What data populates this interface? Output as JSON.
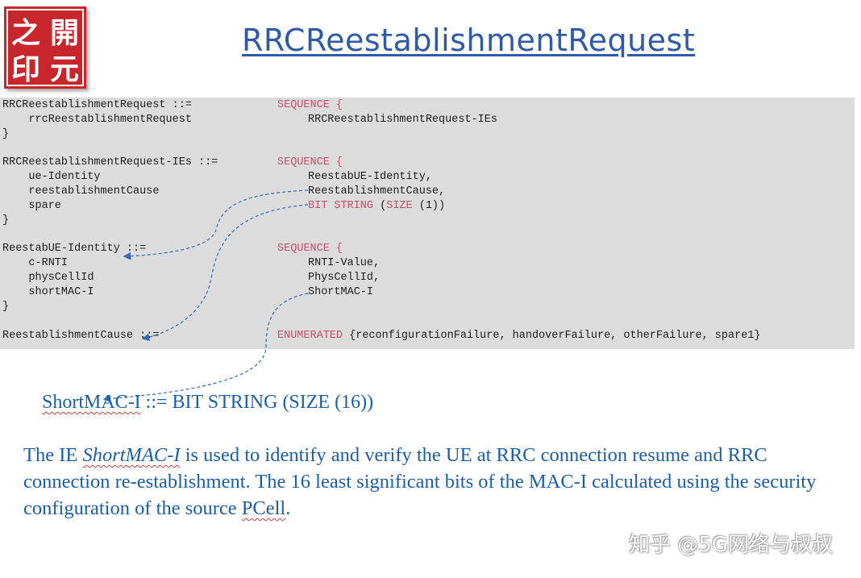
{
  "seal": {
    "chars": [
      "之",
      "開",
      "印",
      "元"
    ]
  },
  "title": "RRCReestablishmentRequest",
  "code": {
    "l1": {
      "left": "RRCReestablishmentRequest ::=",
      "kw": "SEQUENCE {"
    },
    "l2": {
      "left": "    rrcReestablishmentRequest",
      "right": "RRCReestablishmentRequest-IEs"
    },
    "l3": "}",
    "l4": {
      "left": "RRCReestablishmentRequest-IEs ::=",
      "kw": "SEQUENCE {"
    },
    "l5": {
      "left": "    ue-Identity",
      "right": "ReestabUE-Identity,"
    },
    "l6": {
      "left": "    reestablishmentCause",
      "right": "ReestablishmentCause,"
    },
    "l7": {
      "left": "    spare",
      "kwA": "BIT STRING",
      "mid": " (",
      "kwB": "SIZE",
      "tail": " (1))"
    },
    "l8": "}",
    "l9": {
      "left": "ReestabUE-Identity ::=",
      "kw": "SEQUENCE {"
    },
    "l10": {
      "left": "    c-RNTI",
      "right": "RNTI-Value,"
    },
    "l11": {
      "left": "    physCellId",
      "right": "PhysCellId,"
    },
    "l12": {
      "left": "    shortMAC-I",
      "right": "ShortMAC-I"
    },
    "l13": "}",
    "l14": {
      "left": "ReestablishmentCause ::=",
      "kw": "ENUMERATED",
      "tail": " {reconfigurationFailure, handoverFailure, otherFailure, spare1}"
    }
  },
  "definition": {
    "name": "ShortMAC-I",
    "rest": " ::=  BIT STRING (SIZE (16))"
  },
  "paragraph": {
    "p1": "The IE ",
    "em": "ShortMAC-I",
    "p2": " is used to identify and verify the UE at RRC connection resume and RRC connection re-establishment. The 16 least significant bits of the MAC-I calculated using the security configuration of the source ",
    "pcell": "PCell",
    "p3": "."
  },
  "watermark": "知乎 @5G网络与叔叔",
  "colors": {
    "title": "#2e5aa8",
    "text": "#1b5fa8",
    "keyword": "#c8506e",
    "seal": "#c8262c",
    "panel": "#dcdcdc"
  }
}
